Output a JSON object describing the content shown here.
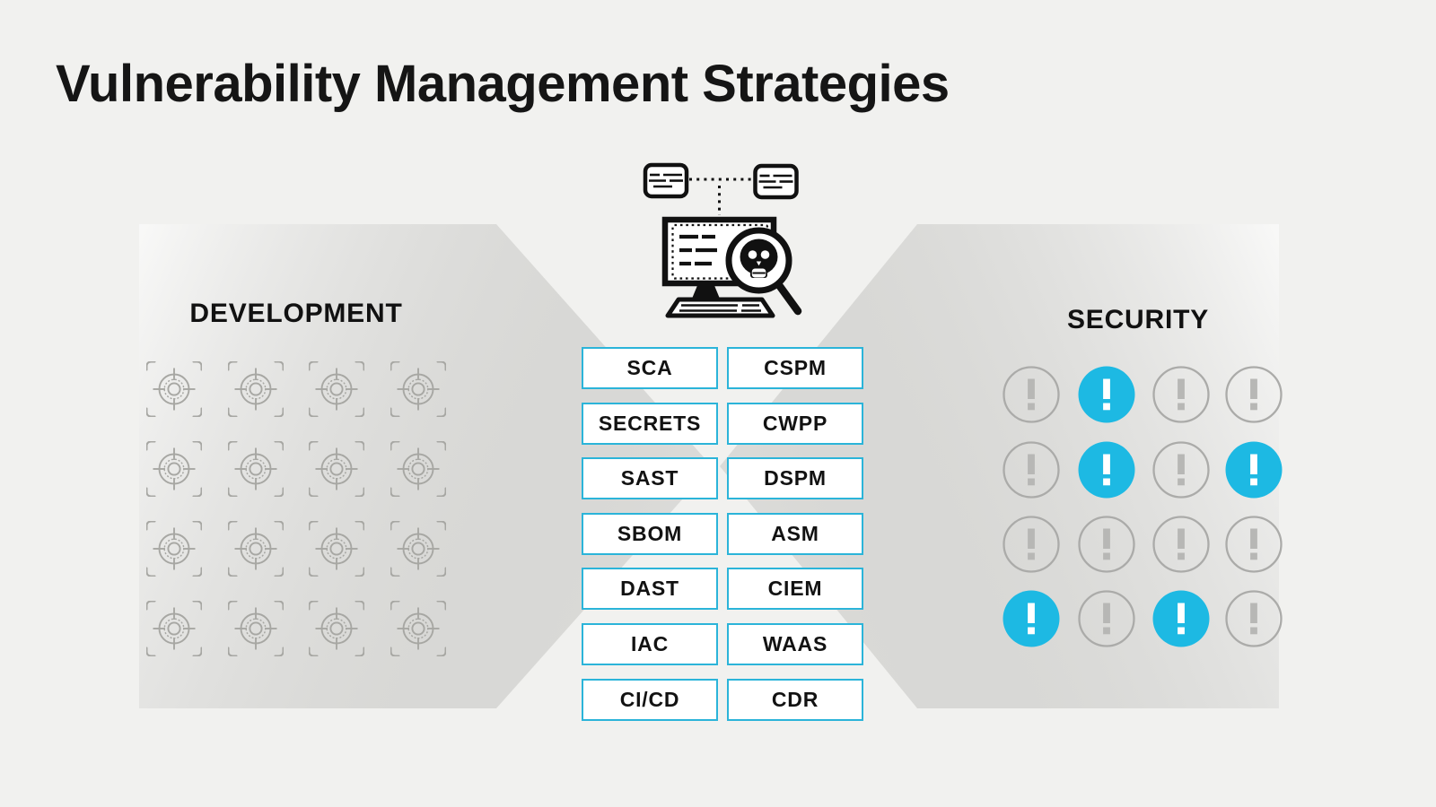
{
  "title": "Vulnerability Management Strategies",
  "development": {
    "label": "DEVELOPMENT",
    "grid": {
      "rows": 4,
      "cols": 4,
      "icon": "target-crosshair-icon"
    }
  },
  "security": {
    "label": "SECURITY",
    "grid": {
      "rows": 4,
      "cols": 4,
      "icon": "alert-exclamation-icon"
    },
    "highlight_pattern": [
      [
        0,
        1,
        0,
        0
      ],
      [
        0,
        1,
        0,
        1
      ],
      [
        0,
        0,
        0,
        0
      ],
      [
        1,
        0,
        1,
        0
      ]
    ]
  },
  "strategies": {
    "left_column": [
      "SCA",
      "SECRETS",
      "SAST",
      "SBOM",
      "DAST",
      "IAC",
      "CI/CD"
    ],
    "right_column": [
      "CSPM",
      "CWPP",
      "DSPM",
      "ASM",
      "CIEM",
      "WAAS",
      "CDR"
    ]
  },
  "center_icon": "malware-scan-computer-icon",
  "colors": {
    "accent_cyan": "#1db9e3",
    "box_border_cyan": "#2bb4d9",
    "background": "#f1f1ef",
    "dev_icon_gray": "#a7a7a3",
    "alert_gray_stroke": "#ababa9",
    "alert_gray_mark": "#b7b7b5",
    "text_black": "#151515"
  }
}
